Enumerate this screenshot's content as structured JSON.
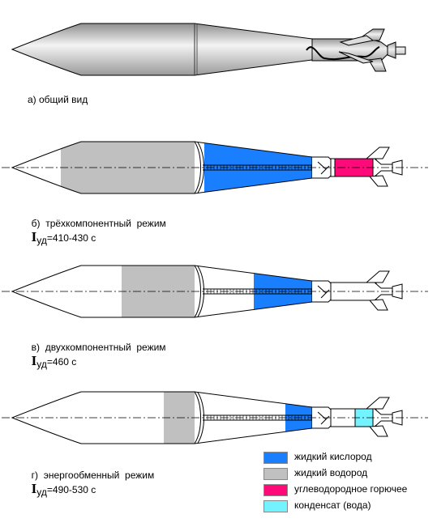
{
  "captions": {
    "a": "а)  общий  вид",
    "b": {
      "prefix": "б)  трёхкомпонентный  режим",
      "isp_symbol": "I",
      "isp_sub": "уд",
      "value": "=410-430 с"
    },
    "v": {
      "prefix": "в)  двухкомпонентный  режим",
      "isp_symbol": "I",
      "isp_sub": "уд",
      "value": "=460 с"
    },
    "g": {
      "prefix": "г)  энергообменный  режим",
      "isp_symbol": "I",
      "isp_sub": "уд",
      "value": "=490-530 с"
    }
  },
  "legend": [
    {
      "label": "жидкий  кислород",
      "color": "#1a7fff"
    },
    {
      "label": "жидкий  водород",
      "color": "#c0c0c0"
    },
    {
      "label": "углеводородное  горючее",
      "color": "#ff0a78"
    },
    {
      "label": "конденсат  (вода)",
      "color": "#72f3ff"
    }
  ],
  "colors": {
    "outline": "#000000",
    "hull_dark": "#8e8e8e",
    "hull_light": "#f4f4f4"
  }
}
